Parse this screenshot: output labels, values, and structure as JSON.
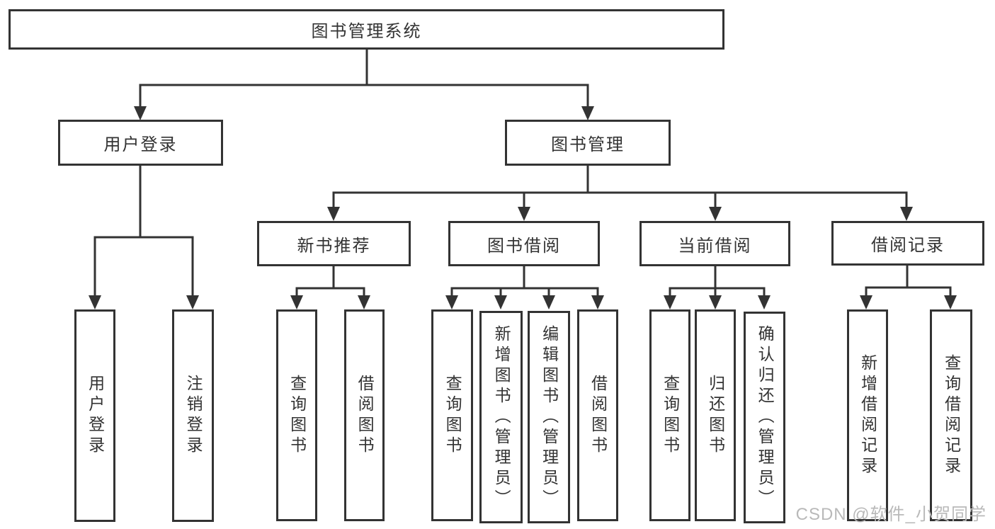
{
  "tree": {
    "label": "图书管理系统",
    "children": [
      {
        "label": "用户登录",
        "children": [
          {
            "label": "用户登录"
          },
          {
            "label": "注销登录"
          }
        ]
      },
      {
        "label": "图书管理",
        "children": [
          {
            "label": "新书推荐",
            "children": [
              {
                "label": "查询图书"
              },
              {
                "label": "借阅图书"
              }
            ]
          },
          {
            "label": "图书借阅",
            "children": [
              {
                "label": "查询图书"
              },
              {
                "label": "新增图书（管理员）"
              },
              {
                "label": "编辑图书（管理员）"
              },
              {
                "label": "借阅图书"
              }
            ]
          },
          {
            "label": "当前借阅",
            "children": [
              {
                "label": "查询图书"
              },
              {
                "label": "归还图书"
              },
              {
                "label": "确认归还（管理员）"
              }
            ]
          },
          {
            "label": "借阅记录",
            "children": [
              {
                "label": "新增借阅记录"
              },
              {
                "label": "查询借阅记录"
              }
            ]
          }
        ]
      }
    ]
  },
  "watermark": {
    "text": "CSDN @软件_小贺同学"
  },
  "colors": {
    "line": "#333333",
    "text": "#333333",
    "background": "#ffffff",
    "watermark": "#b9b9b9"
  }
}
